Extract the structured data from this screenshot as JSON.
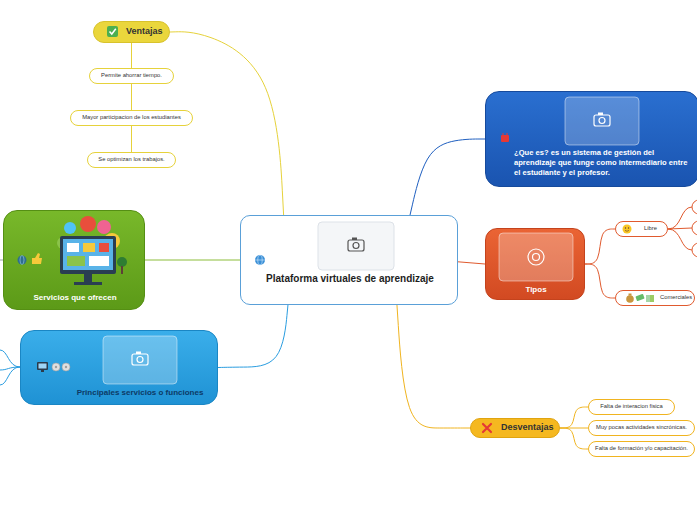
{
  "diagram": {
    "nodes": [
      {
        "text": [
          "Plataforma virtuales de aprendizaje"
        ]
      },
      {
        "text": [
          "Ventajas"
        ]
      },
      {
        "text": [
          "Permite ahorrar tiempo."
        ]
      },
      {
        "text": [
          "Mayor participacion de los estudiantes"
        ]
      },
      {
        "text": [
          "Se optimizan los trabajos."
        ]
      },
      {
        "text": [
          "¿Que es? es un sistema de gestión del aprendizaje que funge como intermediario entre el estudiante y el profesor."
        ]
      },
      {
        "text": [
          "Servicios que ofrecen"
        ]
      },
      {
        "text": [
          "Tipos"
        ]
      },
      {
        "text": [
          "Libre"
        ]
      },
      {
        "text": [
          "Comerciales"
        ]
      },
      {
        "text": [
          "Principales servicios o funciones"
        ]
      },
      {
        "text": [
          "Desventajas"
        ]
      },
      {
        "text": [
          "Falta de interacion fisica"
        ]
      },
      {
        "text": [
          "Muy pocas actividades sincrónicas."
        ]
      },
      {
        "text": [
          "Falta de formación y/o capacitación."
        ]
      }
    ],
    "edges": [
      {
        "from": 0,
        "to": 1,
        "arrow": "none"
      },
      {
        "from": 1,
        "to": 2,
        "arrow": "none"
      },
      {
        "from": 1,
        "to": 3,
        "arrow": "none"
      },
      {
        "from": 1,
        "to": 4,
        "arrow": "none"
      },
      {
        "from": 0,
        "to": 5,
        "arrow": "none"
      },
      {
        "from": 0,
        "to": 6,
        "arrow": "none"
      },
      {
        "from": 0,
        "to": 7,
        "arrow": "none"
      },
      {
        "from": 7,
        "to": 8,
        "arrow": "none"
      },
      {
        "from": 7,
        "to": 9,
        "arrow": "none"
      },
      {
        "from": 0,
        "to": 10,
        "arrow": "none"
      },
      {
        "from": 0,
        "to": 11,
        "arrow": "none"
      },
      {
        "from": 11,
        "to": 12,
        "arrow": "none"
      },
      {
        "from": 11,
        "to": 13,
        "arrow": "none"
      },
      {
        "from": 11,
        "to": 14,
        "arrow": "none"
      }
    ]
  }
}
